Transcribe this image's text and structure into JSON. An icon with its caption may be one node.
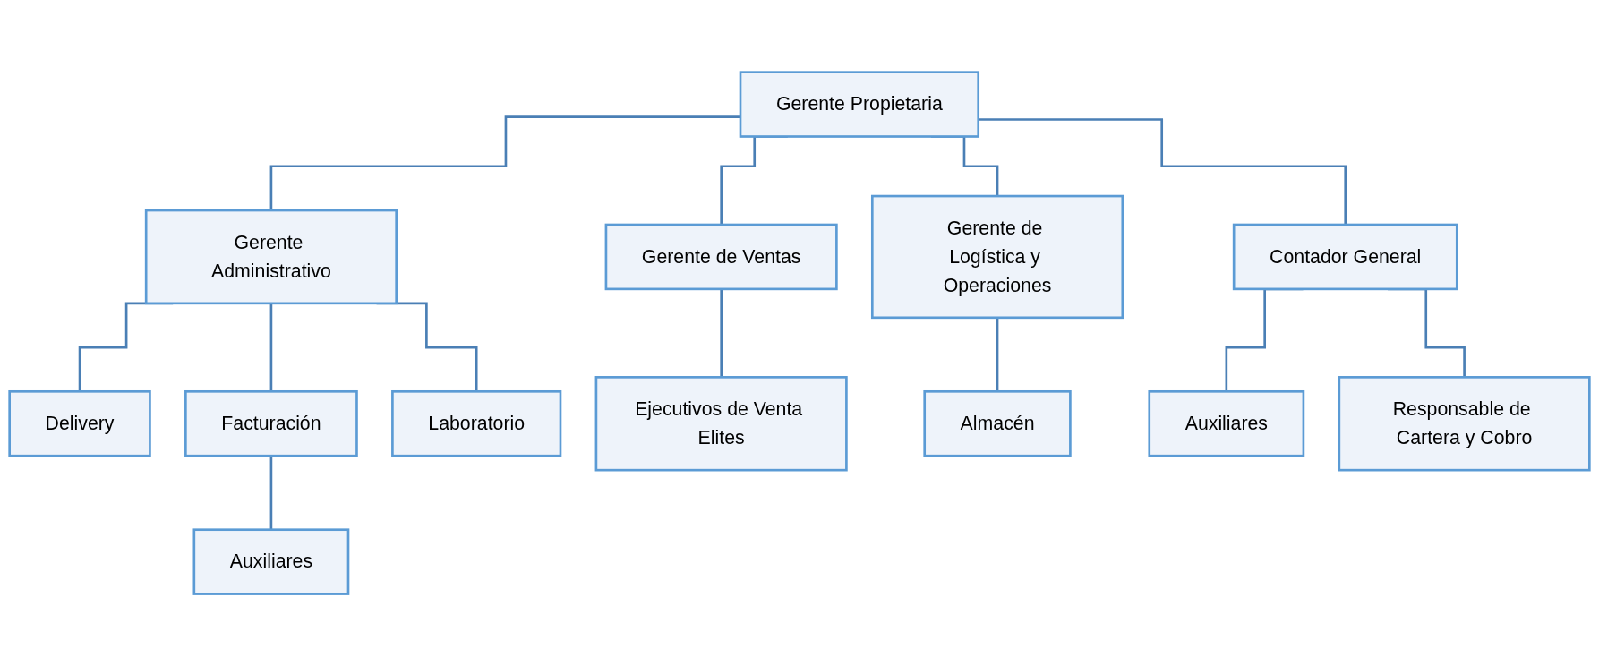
{
  "diagram": {
    "nodes": [
      {
        "text": [
          "Gerente Propietaria"
        ]
      },
      {
        "text": [
          "Gerente Administrativo"
        ]
      },
      {
        "text": [
          "Gerente de Ventas"
        ]
      },
      {
        "text": [
          "Gerente de Logística y Operaciones"
        ]
      },
      {
        "text": [
          "Contador General"
        ]
      },
      {
        "text": [
          "Delivery"
        ]
      },
      {
        "text": [
          "Facturación"
        ]
      },
      {
        "text": [
          "Laboratorio"
        ]
      },
      {
        "text": [
          "Ejecutivos de Venta Elites"
        ]
      },
      {
        "text": [
          "Almacén"
        ]
      },
      {
        "text": [
          "Auxiliares"
        ]
      },
      {
        "text": [
          "Responsable de Cartera y Cobro"
        ]
      },
      {
        "text": [
          "Auxiliares"
        ]
      }
    ],
    "edges": [
      {
        "from": 0,
        "to": 1,
        "arrow": "none"
      },
      {
        "from": 0,
        "to": 2,
        "arrow": "none"
      },
      {
        "from": 0,
        "to": 3,
        "arrow": "none"
      },
      {
        "from": 0,
        "to": 4,
        "arrow": "none"
      },
      {
        "from": 1,
        "to": 5,
        "arrow": "none"
      },
      {
        "from": 1,
        "to": 6,
        "arrow": "none"
      },
      {
        "from": 1,
        "to": 7,
        "arrow": "none"
      },
      {
        "from": 2,
        "to": 8,
        "arrow": "none"
      },
      {
        "from": 3,
        "to": 9,
        "arrow": "none"
      },
      {
        "from": 4,
        "to": 10,
        "arrow": "none"
      },
      {
        "from": 4,
        "to": 11,
        "arrow": "none"
      },
      {
        "from": 6,
        "to": 12,
        "arrow": "none"
      }
    ]
  }
}
